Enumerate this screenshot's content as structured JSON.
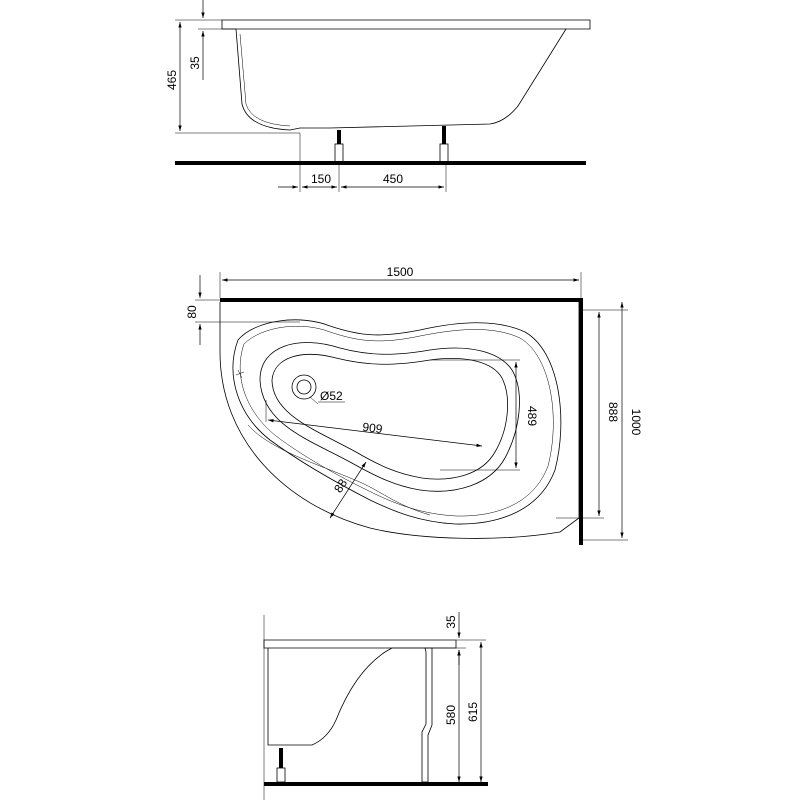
{
  "drawing": {
    "side_view": {
      "depth_total": "465",
      "rim_height": "35",
      "leg_offset": "150",
      "leg_spacing": "450"
    },
    "top_view": {
      "length": "1500",
      "width": "1000",
      "inner_width": "888",
      "rim_top": "80",
      "drain_diameter": "Ø52",
      "basin_length": "909",
      "basin_width": "489",
      "seat_width": "88"
    },
    "front_view": {
      "rim_height": "35",
      "panel_height": "580",
      "total_height": "615"
    }
  }
}
